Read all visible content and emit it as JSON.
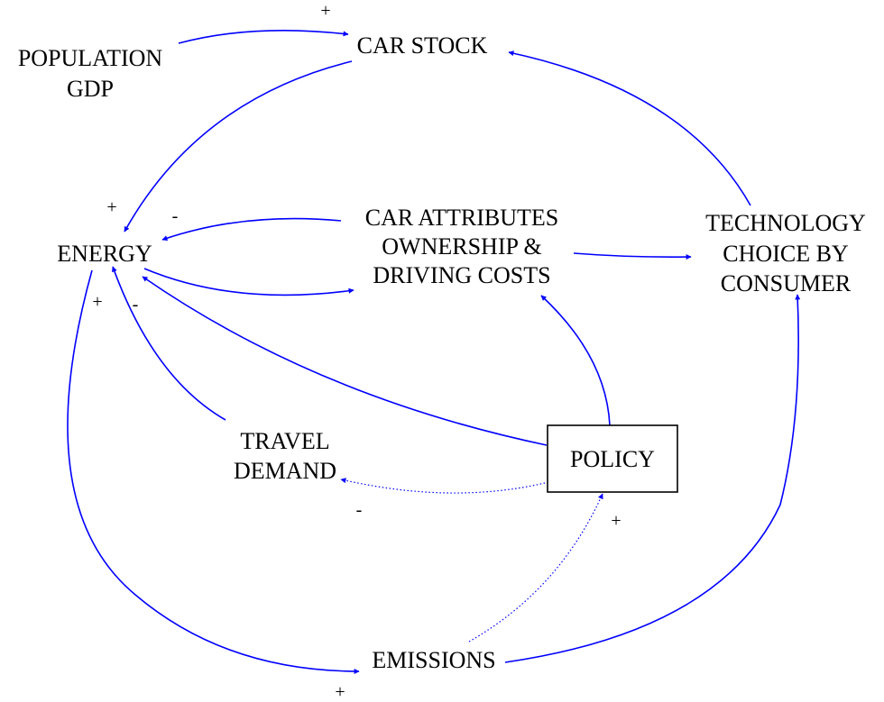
{
  "colors": {
    "arrow": "#0000ff",
    "text": "#000000",
    "box_border": "#000000",
    "background": "#ffffff"
  },
  "nodes": {
    "population": "POPULATION",
    "gdp": "GDP",
    "car_stock": "CAR STOCK",
    "energy": "ENERGY",
    "car_attributes": [
      "CAR ATTRIBUTES",
      "OWNERSHIP &",
      "DRIVING COSTS"
    ],
    "technology_choice": [
      "TECHNOLOGY",
      "CHOICE BY",
      "CONSUMER"
    ],
    "travel_demand": [
      "TRAVEL",
      "DEMAND"
    ],
    "policy": "POLICY",
    "emissions": "EMISSIONS"
  },
  "polarities": {
    "population_to_car_stock": "+",
    "car_stock_to_energy": "+",
    "car_attributes_to_energy": "-",
    "energy_to_emissions_start": "+",
    "travel_demand_to_energy": "-",
    "policy_to_travel_demand": "-",
    "emissions_to_policy": "+",
    "emissions_end": "+"
  }
}
